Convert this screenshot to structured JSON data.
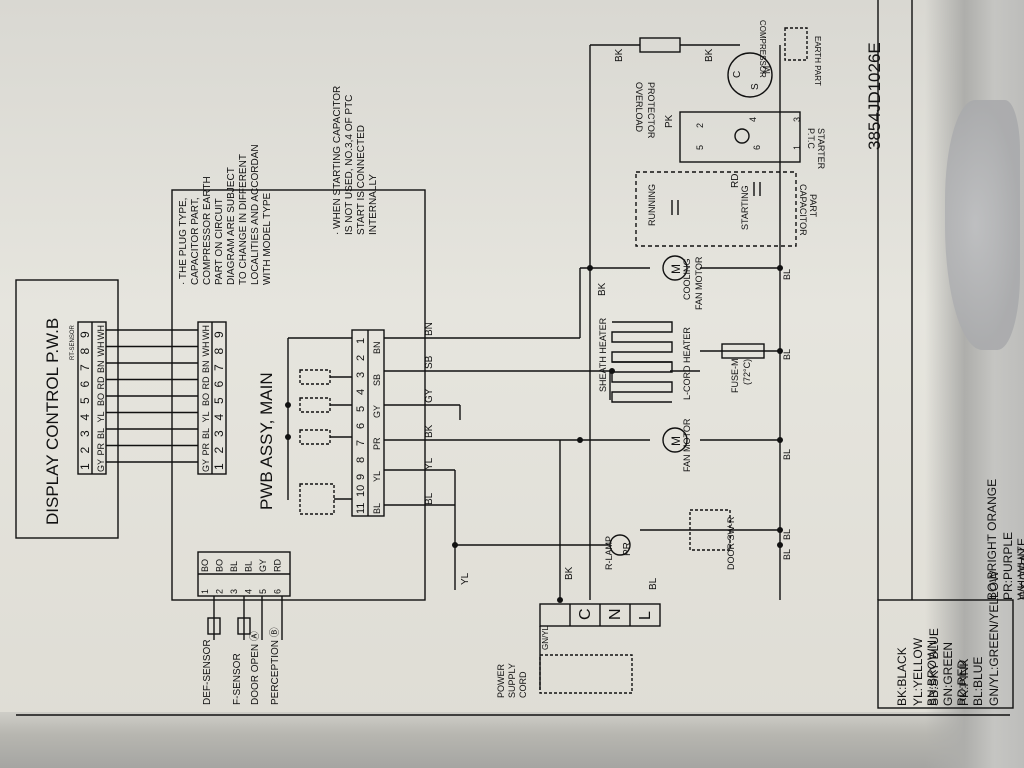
{
  "board": {
    "display_title": "DISPLAY CONTROL P.W.B",
    "main_title": "PWB ASSY, MAIN",
    "part_number": "3854JD1026E",
    "rt_sensor": "RT-SENSOR"
  },
  "notes": {
    "note1": [
      "· THE PLUG TYPE,",
      "CAPACITOR PART,",
      "COMPRESSOR EARTH",
      "PART ON CIRCUIT",
      "DIAGRAM ARE SUBJECT",
      "TO CHANGE IN DIFFERENT",
      "LOCALITIES AND ACCORDAN",
      "WITH MODEL TYPE"
    ],
    "note2": [
      "· WHEN STARTING CAPACITOR",
      "IS NOT USED, NO.3,4 OF PTC",
      "START IS CONNECTED",
      "INTERNALLY"
    ]
  },
  "display_connector": {
    "numbers": [
      "1",
      "2",
      "3",
      "4",
      "5",
      "6",
      "7",
      "8",
      "9"
    ],
    "colors": [
      "GY",
      "PR",
      "BL",
      "YL",
      "BO",
      "RD",
      "BN",
      "WH",
      "WH"
    ]
  },
  "main_connector_top": {
    "colors": [
      "GY",
      "PR",
      "BL",
      "YL",
      "BO",
      "RD",
      "BN",
      "WH",
      "WH"
    ],
    "numbers": [
      "1",
      "2",
      "3",
      "4",
      "5",
      "6",
      "7",
      "8",
      "9"
    ]
  },
  "main_relay_connector": {
    "numbers": [
      "11",
      "10",
      "9",
      "8",
      "7",
      "6",
      "5",
      "4",
      "3",
      "2",
      "1"
    ],
    "colors": [
      "BL",
      "YL",
      "PR",
      "GY",
      "SB",
      "BN"
    ]
  },
  "sensor_connector": {
    "rows": [
      {
        "color": "BO",
        "num": "1"
      },
      {
        "color": "BO",
        "num": "2"
      },
      {
        "color": "BL",
        "num": "3"
      },
      {
        "color": "BL",
        "num": "4"
      },
      {
        "color": "GY",
        "num": "5"
      },
      {
        "color": "RD",
        "num": "6"
      }
    ]
  },
  "sensors": [
    "DEF-SENSOR",
    "F-SENSOR",
    "DOOR OPEN Ⓐ",
    "PERCEPTION Ⓑ"
  ],
  "wires": {
    "bn": "BN",
    "sb": "SB",
    "gy": "GY",
    "bk": "BK",
    "yl": "YL",
    "bl": "BL",
    "pr": "PR",
    "pk": "PK",
    "rd": "RD",
    "bk2": "BK",
    "bk3": "BK",
    "bl_mid": "BL"
  },
  "components": {
    "overload_protector": [
      "OVERLOAD",
      "PROTECTOR"
    ],
    "compressor": "COMPRESSOR",
    "earth_part": "EARTH PART",
    "ptc_starter": [
      "P.T.C",
      "STARTER"
    ],
    "capacitor_part": [
      "CAPACITOR",
      "PART"
    ],
    "running": "RUNNING",
    "starting": "STARTING",
    "cooling_fan_motor": [
      "COOLING",
      "FAN MOTOR"
    ],
    "sheath_heater": "SHEATH HEATER",
    "l_cord_heater": "L-CORD HEATER",
    "fuse": [
      "FUSE-M",
      "(72°C)"
    ],
    "fan_motor": "FAN MOTOR",
    "door_switch": "DOOR SW-R",
    "r_lamp": "R-LAMP",
    "power_cord": [
      "POWER",
      "SUPPLY",
      "CORD"
    ],
    "power_terminals": [
      "C",
      "N",
      "L"
    ],
    "gnyl": "GN/YL",
    "motor_symbol": "M",
    "comp_terms": [
      "C",
      "S",
      "M"
    ],
    "ptc_numbers": [
      "2",
      "5",
      "4",
      "6",
      "3",
      "1"
    ]
  },
  "legend": [
    [
      "BK:BLACK",
      "YL:YELLOW",
      "SB:SKY BLUE"
    ],
    [
      "BN:BROWN",
      "GN:GREEN",
      "PK:PINK"
    ],
    [
      "RD:RED",
      "BL:BLUE",
      "GN/YL:GREEN/YELLOW"
    ],
    [
      "BO:BRIGHT ORANGE",
      "PR:PURPLE",
      "GY:GRAY"
    ],
    [
      "WH:WHITE",
      "BK:BLACK"
    ]
  ]
}
